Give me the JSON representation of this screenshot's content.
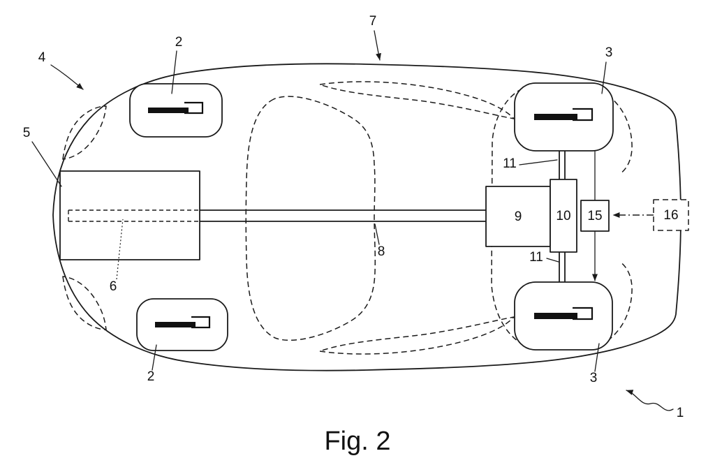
{
  "figure": {
    "caption": "Fig. 2"
  },
  "labels": {
    "vehicle": "1",
    "front_wheel_top": "2",
    "front_wheel_bottom": "2",
    "rear_wheel_top": "3",
    "rear_wheel_bottom": "3",
    "body": "4",
    "front_unit": "5",
    "front_unit_inner": "6",
    "roof": "7",
    "driveshaft": "8",
    "gearbox": "9",
    "rear_unit": "10",
    "rear_axle_top": "11",
    "rear_axle_bottom": "11",
    "module_15": "15",
    "module_16": "16"
  },
  "colors": {
    "line": "#1a1a1a",
    "background": "#ffffff"
  }
}
